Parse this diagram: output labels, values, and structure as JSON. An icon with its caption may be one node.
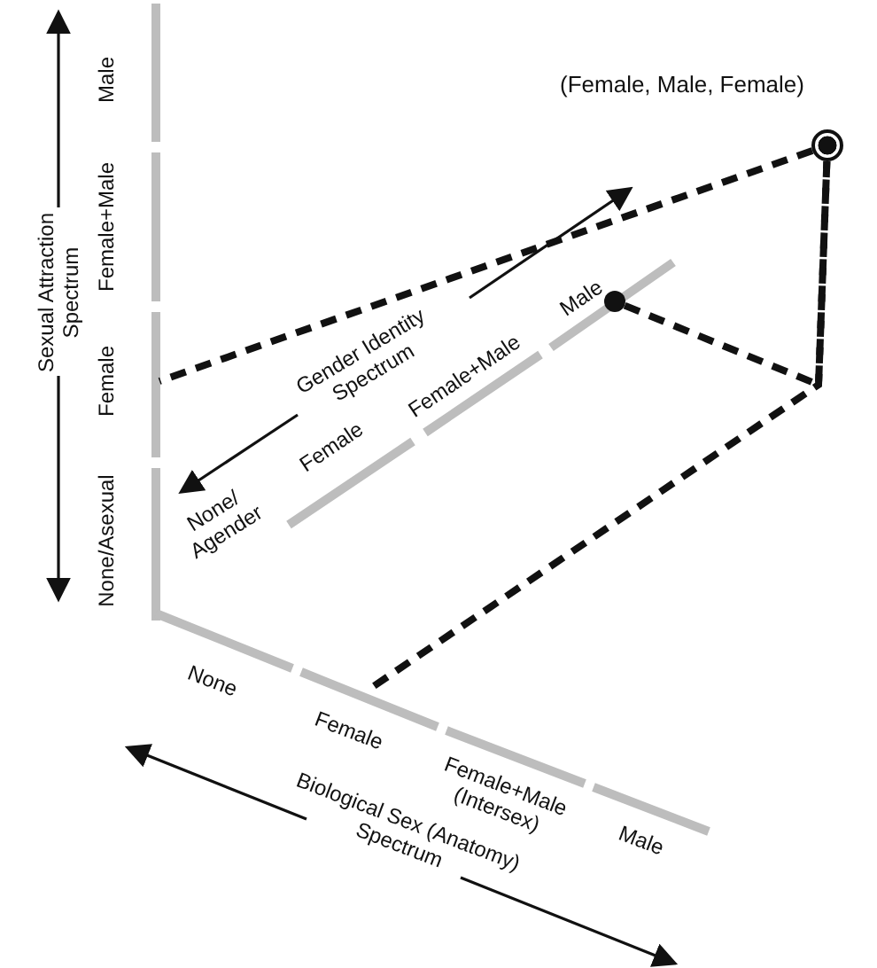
{
  "diagram": {
    "nodes": [
      {
        "text": [],
        "shape": "circle",
        "beside": [
          "(Female, Male, Female)"
        ]
      },
      {
        "text": [],
        "shape": "circle"
      }
    ],
    "edges": [
      {
        "from": 0,
        "to": null,
        "arrow": "none",
        "style": "dashed"
      },
      {
        "from": 1,
        "to": 0,
        "arrow": "none",
        "style": "dashed"
      },
      {
        "from": 0,
        "to": null,
        "arrow": "none",
        "style": "dashed"
      }
    ],
    "labels": [
      "Male",
      "Female+Male",
      "Female",
      "None/Asexual",
      "Sexual Attraction Spectrum",
      "Gender Identity Spectrum",
      "None/ Agender",
      "Female",
      "Female+Male",
      "Male",
      "None",
      "Female",
      "Female+Male (Intersex)",
      "Male",
      "Biological Sex (Anatomy) Spectrum"
    ]
  }
}
